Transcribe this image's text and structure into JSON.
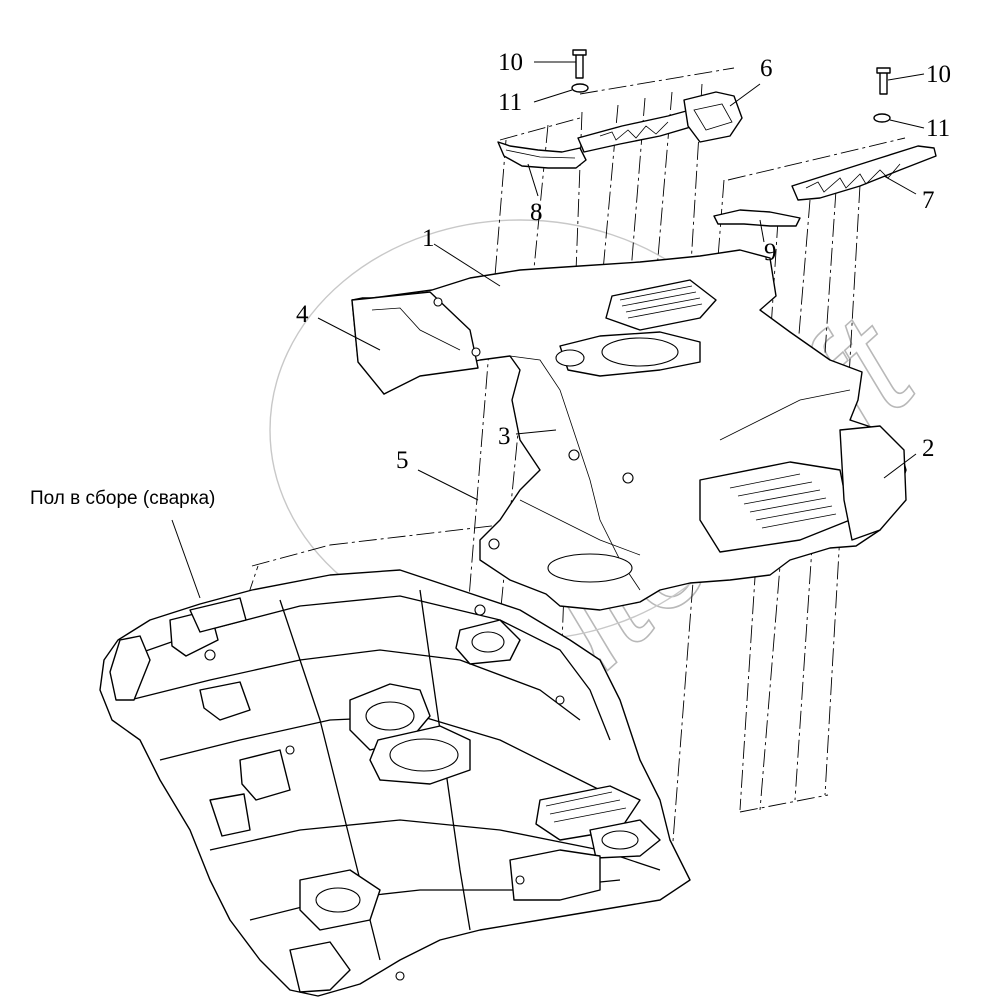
{
  "caption": "Пол в сборе (сварка)",
  "watermark": "AutoSoft",
  "callouts": {
    "c1": "1",
    "c2": "2",
    "c3": "3",
    "c4": "4",
    "c5": "5",
    "c6": "6",
    "c7": "7",
    "c8": "8",
    "c9": "9",
    "c10a": "10",
    "c10b": "10",
    "c11a": "11",
    "c11b": "11"
  }
}
